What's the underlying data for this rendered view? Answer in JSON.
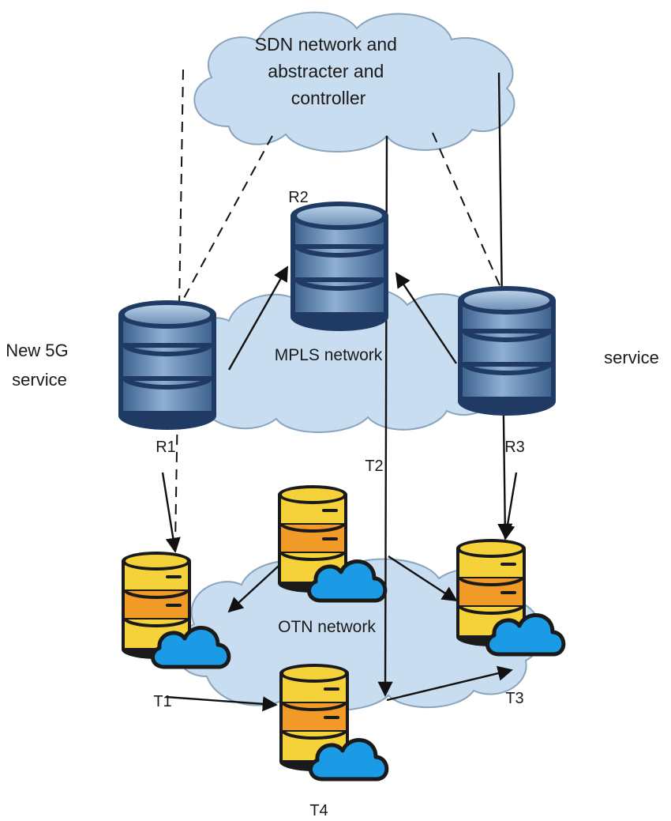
{
  "sdn": {
    "title_lines": [
      "SDN network and",
      "abstracter and",
      "controller"
    ]
  },
  "mpls": {
    "label": "MPLS network"
  },
  "otn": {
    "label": "OTN network"
  },
  "routers": {
    "r1": "R1",
    "r2": "R2",
    "r3": "R3"
  },
  "terminals": {
    "t1": "T1",
    "t2": "T2",
    "t3": "T3",
    "t4": "T4"
  },
  "side": {
    "left_lines": [
      "New 5G",
      "service"
    ],
    "right": "service"
  },
  "colors": {
    "cloud_fill": "#c9ddf0",
    "cloud_stroke": "#8aa4bd",
    "router_body": "#4a6f97",
    "router_outline": "#1f3a63",
    "storage_yellow": "#f6d23a",
    "storage_orange": "#f29a28",
    "storage_outline": "#1a1a1a",
    "cloud_icon": "#1b9be6"
  }
}
